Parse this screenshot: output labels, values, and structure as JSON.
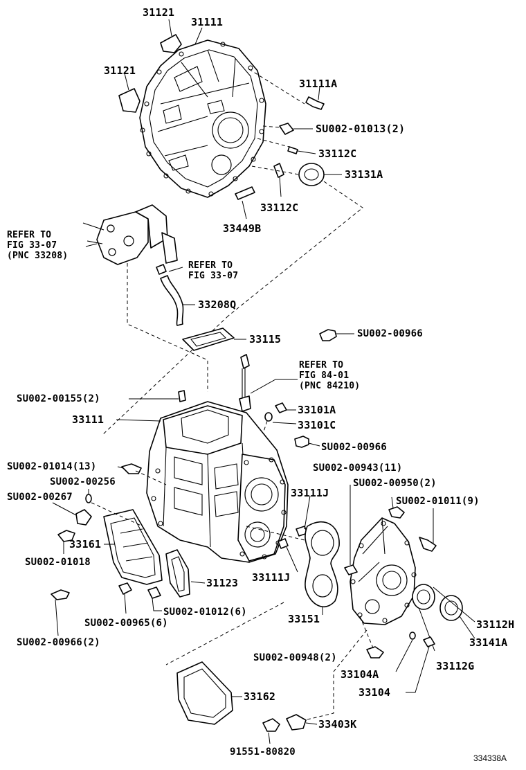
{
  "labels": {
    "p31121_top": "31121",
    "p31111_top": "31111",
    "p31121_left": "31121",
    "p31111A": "31111A",
    "su_01013": "SU002-01013(2)",
    "p33112C_right": "33112C",
    "p33131A": "33131A",
    "p33112C_bottom": "33112C",
    "p33449B": "33449B",
    "p33208Q": "33208Q",
    "p33115": "33115",
    "su_00966_top": "SU002-00966",
    "su_00155": "SU002-00155(2)",
    "p33111_mid": "33111",
    "p33101A": "33101A",
    "p33101C": "33101C",
    "su_00966_mid": "SU002-00966",
    "su_01014": "SU002-01014(13)",
    "su_00943": "SU002-00943(11)",
    "su_00256": "SU002-00256",
    "su_00950": "SU002-00950(2)",
    "su_00267": "SU002-00267",
    "p33111J_top": "33111J",
    "su_01011": "SU002-01011(9)",
    "p33161": "33161",
    "su_01018": "SU002-01018",
    "p33111J_bottom": "33111J",
    "p31123": "31123",
    "su_01012": "SU002-01012(6)",
    "su_00965": "SU002-00965(6)",
    "p33151": "33151",
    "p33112H": "33112H",
    "p33141A": "33141A",
    "su_00966_bottom": "SU002-00966(2)",
    "su_00948": "SU002-00948(2)",
    "p33112G": "33112G",
    "p33104A": "33104A",
    "p33104": "33104",
    "p33162": "33162",
    "p33403K": "33403K",
    "p91551": "91551-80820"
  },
  "refs": {
    "ref_left": [
      "REFER TO",
      "FIG 33-07",
      "(PNC 33208)"
    ],
    "ref_mid": [
      "REFER TO",
      "FIG 33-07"
    ],
    "ref_right": [
      "REFER TO",
      "FIG 84-01",
      "(PNC 84210)"
    ]
  },
  "footer": {
    "diagram_id": "334338A"
  }
}
